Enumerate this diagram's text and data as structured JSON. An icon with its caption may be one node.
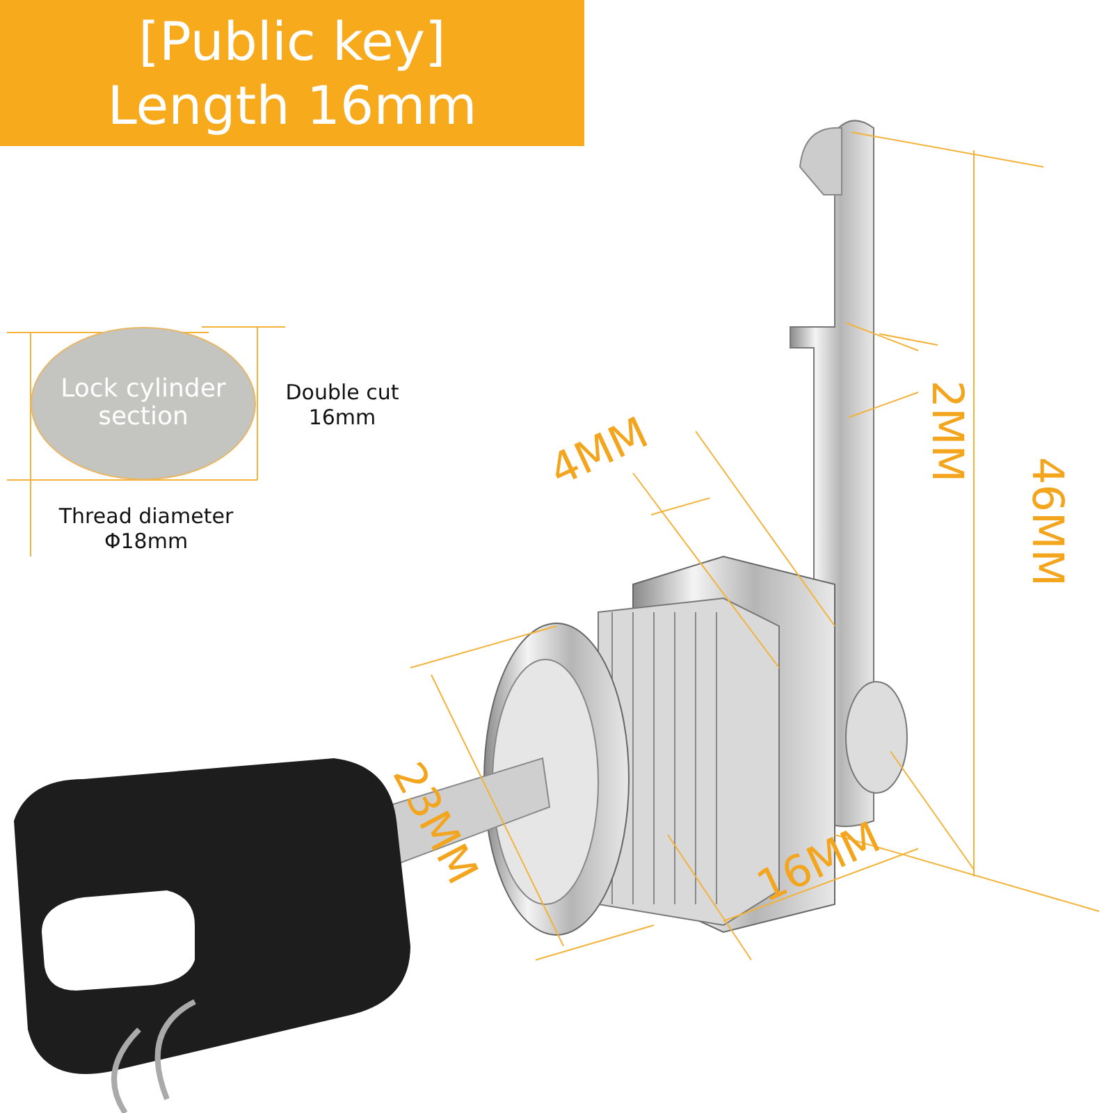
{
  "diagram": {
    "title": "[Public key] Length 16mm",
    "nodes": [
      {
        "text": [
          "Lock cylinder section"
        ]
      }
    ],
    "labels": [
      "Double cut 16mm",
      "Thread diameter Φ18mm",
      "4MM",
      "2MM",
      "46MM",
      "23MM",
      "16MM"
    ]
  }
}
